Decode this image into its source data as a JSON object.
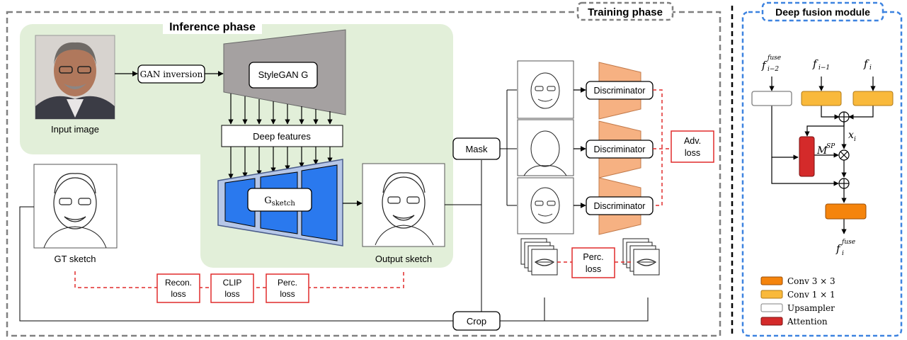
{
  "training_phase": {
    "title": "Training phase"
  },
  "inference_phase": {
    "title": "Inference phase"
  },
  "input_image": {
    "label": "Input image"
  },
  "gan_inversion": {
    "label": "GAN inversion"
  },
  "stylegan": {
    "label": "StyleGAN G"
  },
  "deep_features": {
    "label": "Deep features"
  },
  "g_sketch": {
    "base": "G",
    "sub": "sketch"
  },
  "output_sketch": {
    "label": "Output sketch"
  },
  "gt_sketch": {
    "label": "GT sketch"
  },
  "mask": {
    "label": "Mask"
  },
  "crop": {
    "label": "Crop"
  },
  "discriminators": [
    {
      "label": "Discriminator"
    },
    {
      "label": "Discriminator"
    },
    {
      "label": "Discriminator"
    }
  ],
  "adv_loss": {
    "line1": "Adv.",
    "line2": "loss"
  },
  "perc_loss_right": {
    "line1": "Perc.",
    "line2": "loss"
  },
  "bottom_losses": [
    {
      "line1": "Recon.",
      "line2": "loss"
    },
    {
      "line1": "CLIP",
      "line2": "loss"
    },
    {
      "line1": "Perc.",
      "line2": "loss"
    }
  ],
  "fusion_module": {
    "title": "Deep fusion module",
    "input_fuse": {
      "base": "f",
      "sup": "fuse",
      "sub": "i−2"
    },
    "input_prev": {
      "base": "f",
      "sub": "i−1"
    },
    "input_cur": {
      "base": "f",
      "sub": "i"
    },
    "x_label": {
      "base": "x",
      "sub": "i"
    },
    "m_label": {
      "base": "M",
      "sup": "SP"
    },
    "output_fuse": {
      "base": "f",
      "sup": "fuse",
      "sub": "i"
    },
    "legend": [
      {
        "label": "Conv 3 × 3",
        "color": "#f5840c"
      },
      {
        "label": "Conv 1 × 1",
        "color": "#f9b93b"
      },
      {
        "label": "Upsampler",
        "color": "#ffffff"
      },
      {
        "label": "Attention",
        "color": "#d42a2a"
      }
    ]
  },
  "colors": {
    "inference_bg": "#e2efd9",
    "stylegan_fill": "#a5a1a1",
    "gsketch_fill": "#2a79ee",
    "gsketch_frame": "#b6c7e8",
    "discriminator_fill": "#f6b182",
    "loss_red": "#e02b2b",
    "fusion_border": "#3d83e0"
  }
}
